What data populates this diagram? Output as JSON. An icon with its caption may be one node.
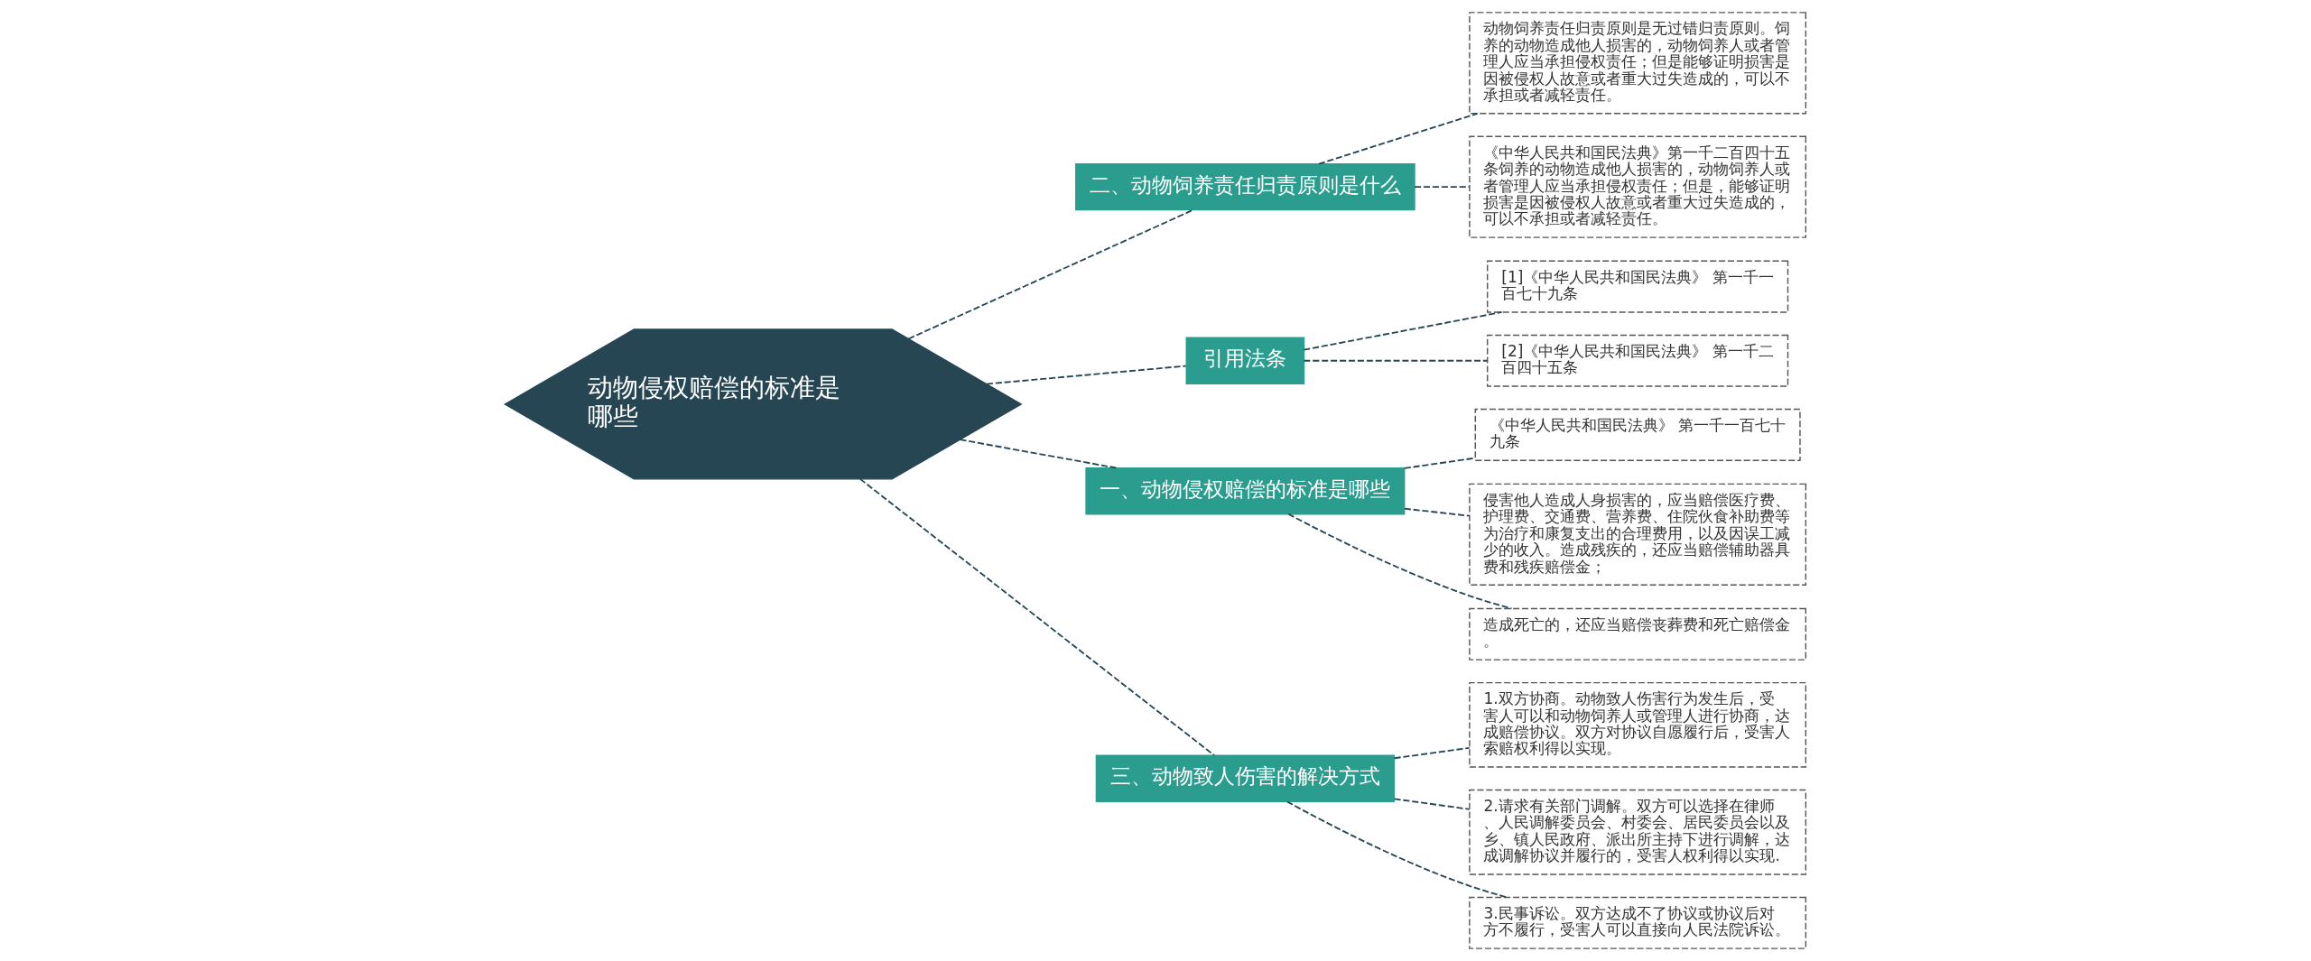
{
  "diagram": {
    "nodes": [
      {
        "text": [
          "动物侵权赔偿的标准是哪些"
        ]
      },
      {
        "text": [
          "二、动物饲养责任归责原则是什么"
        ]
      },
      {
        "text": [
          "动物饲养责任归责原则是无过错归责原则。饲养的动物造成他人损害的，动物饲养人或者管理人应当承担侵权责任；但是能够证明损害是因被侵权人故意或者重大过失造成的，可以不承担或者减轻责任。"
        ]
      },
      {
        "text": [
          "《中华人民共和国民法典》第一千二百四十五条饲养的动物造成他人损害的，动物饲养人或者管理人应当承担侵权责任；但是，能够证明损害是因被侵权人故意或者重大过失造成的，可以不承担或者减轻责任。"
        ]
      },
      {
        "text": [
          "引用法条"
        ]
      },
      {
        "text": [
          "[1]《中华人民共和国民法典》 第一千一百七十九条"
        ]
      },
      {
        "text": [
          "[2]《中华人民共和国民法典》 第一千二百四十五条"
        ]
      },
      {
        "text": [
          "一、动物侵权赔偿的标准是哪些"
        ]
      },
      {
        "text": [
          "《中华人民共和国民法典》 第一千一百七十九条"
        ]
      },
      {
        "text": [
          "侵害他人造成人身损害的，应当赔偿医疗费、护理费、交通费、营养费、住院伙食补助费等为治疗和康复支出的合理费用，以及因误工减少的收入。造成残疾的，还应当赔偿辅助器具费和残疾赔偿金；"
        ]
      },
      {
        "text": [
          "造成死亡的，还应当赔偿丧葬费和死亡赔偿金。"
        ]
      },
      {
        "text": [
          "三、动物致人伤害的解决方式"
        ]
      },
      {
        "text": [
          "1.双方协商。动物致人伤害行为发生后，受害人可以和动物饲养人或管理人进行协商，达成赔偿协议。双方对协议自愿履行后，受害人索赔权利得以实现。"
        ]
      },
      {
        "text": [
          "2.请求有关部门调解。双方可以选择在律师、人民调解委员会、村委会、居民委员会以及乡、镇人民政府、派出所主持下进行调解，达成调解协议并履行的，受害人权利得以实现."
        ]
      },
      {
        "text": [
          "3.民事诉讼。双方达成不了协议或协议后对方不履行，受害人可以直接向人民法院诉讼。"
        ]
      }
    ],
    "edges": [
      {
        "from": 0,
        "to": 1,
        "arrow": "none",
        "style": "dashed"
      },
      {
        "from": 1,
        "to": 2,
        "arrow": "none",
        "style": "dashed"
      },
      {
        "from": 1,
        "to": 3,
        "arrow": "none",
        "style": "dashed"
      },
      {
        "from": 0,
        "to": 4,
        "arrow": "none",
        "style": "dashed"
      },
      {
        "from": 4,
        "to": 5,
        "arrow": "none",
        "style": "dashed"
      },
      {
        "from": 4,
        "to": 6,
        "arrow": "none",
        "style": "dashed"
      },
      {
        "from": 0,
        "to": 7,
        "arrow": "none",
        "style": "dashed"
      },
      {
        "from": 7,
        "to": 8,
        "arrow": "none",
        "style": "dashed"
      },
      {
        "from": 7,
        "to": 9,
        "arrow": "none",
        "style": "dashed"
      },
      {
        "from": 7,
        "to": 10,
        "arrow": "none",
        "style": "dashed"
      },
      {
        "from": 0,
        "to": 11,
        "arrow": "none",
        "style": "dashed"
      },
      {
        "from": 11,
        "to": 12,
        "arrow": "none",
        "style": "dashed"
      },
      {
        "from": 11,
        "to": 13,
        "arrow": "none",
        "style": "dashed"
      },
      {
        "from": 11,
        "to": 14,
        "arrow": "none",
        "style": "dashed"
      }
    ]
  }
}
